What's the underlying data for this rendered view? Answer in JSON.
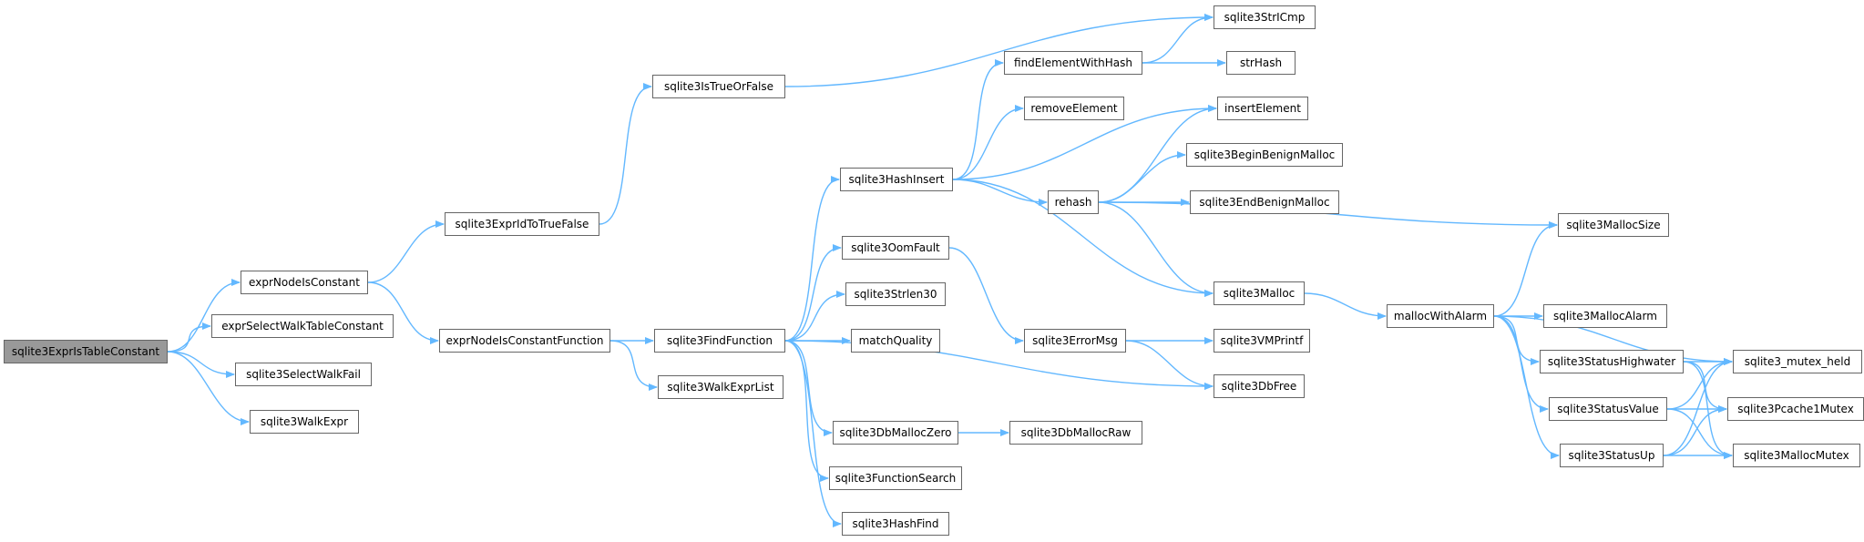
{
  "diagram": {
    "root": "sqlite3ExprIsTableConstant",
    "nodes": [
      {
        "id": "sqlite3ExprIsTableConstant",
        "label": "sqlite3ExprIsTableConstant"
      },
      {
        "id": "exprNodeIsConstant",
        "label": "exprNodeIsConstant"
      },
      {
        "id": "exprSelectWalkTableConstant",
        "label": "exprSelectWalkTableConstant"
      },
      {
        "id": "sqlite3SelectWalkFail",
        "label": "sqlite3SelectWalkFail"
      },
      {
        "id": "sqlite3WalkExpr",
        "label": "sqlite3WalkExpr"
      },
      {
        "id": "sqlite3ExprIdToTrueFalse",
        "label": "sqlite3ExprIdToTrueFalse"
      },
      {
        "id": "exprNodeIsConstantFunction",
        "label": "exprNodeIsConstantFunction"
      },
      {
        "id": "sqlite3IsTrueOrFalse",
        "label": "sqlite3IsTrueOrFalse"
      },
      {
        "id": "sqlite3FindFunction",
        "label": "sqlite3FindFunction"
      },
      {
        "id": "sqlite3WalkExprList",
        "label": "sqlite3WalkExprList"
      },
      {
        "id": "sqlite3HashInsert",
        "label": "sqlite3HashInsert"
      },
      {
        "id": "sqlite3OomFault",
        "label": "sqlite3OomFault"
      },
      {
        "id": "sqlite3Strlen30",
        "label": "sqlite3Strlen30"
      },
      {
        "id": "matchQuality",
        "label": "matchQuality"
      },
      {
        "id": "sqlite3DbMallocZero",
        "label": "sqlite3DbMallocZero"
      },
      {
        "id": "sqlite3FunctionSearch",
        "label": "sqlite3FunctionSearch"
      },
      {
        "id": "sqlite3HashFind",
        "label": "sqlite3HashFind"
      },
      {
        "id": "findElementWithHash",
        "label": "findElementWithHash"
      },
      {
        "id": "removeElement",
        "label": "removeElement"
      },
      {
        "id": "rehash",
        "label": "rehash"
      },
      {
        "id": "sqlite3ErrorMsg",
        "label": "sqlite3ErrorMsg"
      },
      {
        "id": "sqlite3DbMallocRaw",
        "label": "sqlite3DbMallocRaw"
      },
      {
        "id": "sqlite3StrICmp",
        "label": "sqlite3StrICmp"
      },
      {
        "id": "strHash",
        "label": "strHash"
      },
      {
        "id": "insertElement",
        "label": "insertElement"
      },
      {
        "id": "sqlite3BeginBenignMalloc",
        "label": "sqlite3BeginBenignMalloc"
      },
      {
        "id": "sqlite3EndBenignMalloc",
        "label": "sqlite3EndBenignMalloc"
      },
      {
        "id": "sqlite3MallocSize",
        "label": "sqlite3MallocSize"
      },
      {
        "id": "sqlite3Malloc",
        "label": "sqlite3Malloc"
      },
      {
        "id": "sqlite3VMPrintf",
        "label": "sqlite3VMPrintf"
      },
      {
        "id": "sqlite3DbFree",
        "label": "sqlite3DbFree"
      },
      {
        "id": "mallocWithAlarm",
        "label": "mallocWithAlarm"
      },
      {
        "id": "sqlite3MallocAlarm",
        "label": "sqlite3MallocAlarm"
      },
      {
        "id": "sqlite3StatusHighwater",
        "label": "sqlite3StatusHighwater"
      },
      {
        "id": "sqlite3StatusValue",
        "label": "sqlite3StatusValue"
      },
      {
        "id": "sqlite3StatusUp",
        "label": "sqlite3StatusUp"
      },
      {
        "id": "sqlite3_mutex_held",
        "label": "sqlite3_mutex_held"
      },
      {
        "id": "sqlite3Pcache1Mutex",
        "label": "sqlite3Pcache1Mutex"
      },
      {
        "id": "sqlite3MallocMutex",
        "label": "sqlite3MallocMutex"
      }
    ],
    "edges": [
      [
        "sqlite3ExprIsTableConstant",
        "exprNodeIsConstant"
      ],
      [
        "sqlite3ExprIsTableConstant",
        "exprSelectWalkTableConstant"
      ],
      [
        "sqlite3ExprIsTableConstant",
        "sqlite3SelectWalkFail"
      ],
      [
        "sqlite3ExprIsTableConstant",
        "sqlite3WalkExpr"
      ],
      [
        "exprNodeIsConstant",
        "sqlite3ExprIdToTrueFalse"
      ],
      [
        "exprNodeIsConstant",
        "exprNodeIsConstantFunction"
      ],
      [
        "sqlite3ExprIdToTrueFalse",
        "sqlite3IsTrueOrFalse"
      ],
      [
        "sqlite3IsTrueOrFalse",
        "sqlite3StrICmp"
      ],
      [
        "exprNodeIsConstantFunction",
        "sqlite3FindFunction"
      ],
      [
        "exprNodeIsConstantFunction",
        "sqlite3WalkExprList"
      ],
      [
        "sqlite3FindFunction",
        "sqlite3HashInsert"
      ],
      [
        "sqlite3FindFunction",
        "sqlite3OomFault"
      ],
      [
        "sqlite3FindFunction",
        "sqlite3Strlen30"
      ],
      [
        "sqlite3FindFunction",
        "matchQuality"
      ],
      [
        "sqlite3FindFunction",
        "sqlite3DbFree"
      ],
      [
        "sqlite3FindFunction",
        "sqlite3DbMallocZero"
      ],
      [
        "sqlite3FindFunction",
        "sqlite3FunctionSearch"
      ],
      [
        "sqlite3FindFunction",
        "sqlite3HashFind"
      ],
      [
        "sqlite3HashInsert",
        "findElementWithHash"
      ],
      [
        "sqlite3HashInsert",
        "removeElement"
      ],
      [
        "sqlite3HashInsert",
        "insertElement"
      ],
      [
        "sqlite3HashInsert",
        "rehash"
      ],
      [
        "sqlite3HashInsert",
        "sqlite3Malloc"
      ],
      [
        "findElementWithHash",
        "sqlite3StrICmp"
      ],
      [
        "findElementWithHash",
        "strHash"
      ],
      [
        "rehash",
        "insertElement"
      ],
      [
        "rehash",
        "sqlite3BeginBenignMalloc"
      ],
      [
        "rehash",
        "sqlite3EndBenignMalloc"
      ],
      [
        "rehash",
        "sqlite3MallocSize"
      ],
      [
        "rehash",
        "sqlite3Malloc"
      ],
      [
        "sqlite3OomFault",
        "sqlite3ErrorMsg"
      ],
      [
        "sqlite3ErrorMsg",
        "sqlite3VMPrintf"
      ],
      [
        "sqlite3ErrorMsg",
        "sqlite3DbFree"
      ],
      [
        "sqlite3DbMallocZero",
        "sqlite3DbMallocRaw"
      ],
      [
        "sqlite3Malloc",
        "mallocWithAlarm"
      ],
      [
        "mallocWithAlarm",
        "sqlite3MallocSize"
      ],
      [
        "mallocWithAlarm",
        "sqlite3_mutex_held"
      ],
      [
        "mallocWithAlarm",
        "sqlite3MallocAlarm"
      ],
      [
        "mallocWithAlarm",
        "sqlite3StatusHighwater"
      ],
      [
        "mallocWithAlarm",
        "sqlite3StatusValue"
      ],
      [
        "mallocWithAlarm",
        "sqlite3StatusUp"
      ],
      [
        "sqlite3StatusHighwater",
        "sqlite3_mutex_held"
      ],
      [
        "sqlite3StatusHighwater",
        "sqlite3Pcache1Mutex"
      ],
      [
        "sqlite3StatusHighwater",
        "sqlite3MallocMutex"
      ],
      [
        "sqlite3StatusValue",
        "sqlite3_mutex_held"
      ],
      [
        "sqlite3StatusValue",
        "sqlite3Pcache1Mutex"
      ],
      [
        "sqlite3StatusValue",
        "sqlite3MallocMutex"
      ],
      [
        "sqlite3StatusUp",
        "sqlite3_mutex_held"
      ],
      [
        "sqlite3StatusUp",
        "sqlite3Pcache1Mutex"
      ],
      [
        "sqlite3StatusUp",
        "sqlite3MallocMutex"
      ]
    ]
  },
  "colors": {
    "edge": "#63b8ff",
    "node_border": "#666666",
    "root_fill": "#999999",
    "node_fill": "#ffffff"
  }
}
